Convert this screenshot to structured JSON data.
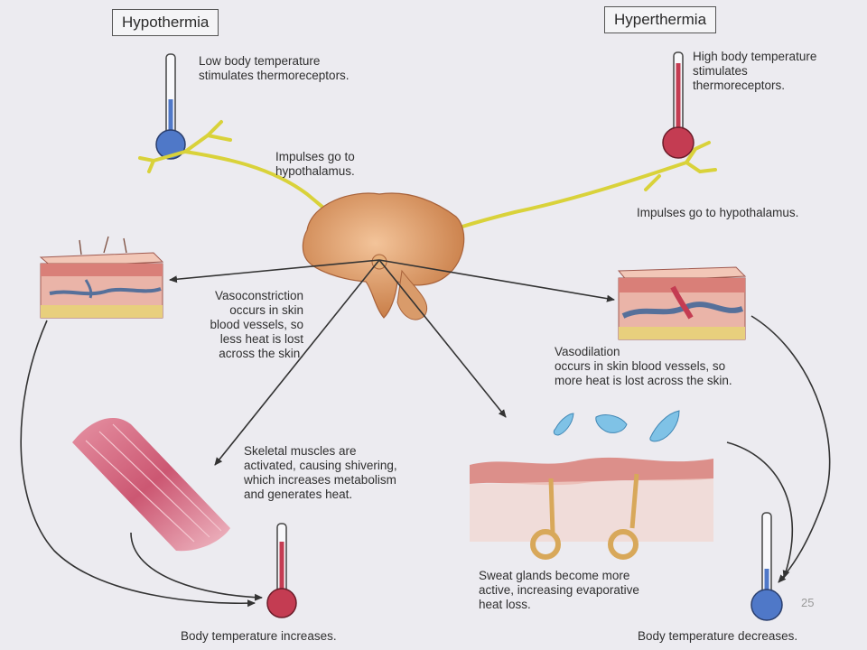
{
  "titles": {
    "hypothermia": "Hypothermia",
    "hyperthermia": "Hyperthermia"
  },
  "labels": {
    "low_temp": "Low body temperature\nstimulates thermoreceptors.",
    "high_temp": "High body temperature\nstimulates\nthermoreceptors.",
    "impulses_left": "Impulses go to\nhypothalamus.",
    "impulses_right": "Impulses go to hypothalamus.",
    "vasoconstriction": "Vasoconstriction\noccurs in skin\nblood vessels, so\nless heat is lost\nacross the skin.",
    "vasodilation": "Vasodilation\noccurs in skin blood vessels, so\nmore heat is lost across the skin.",
    "shivering": "Skeletal muscles are\nactivated, causing shivering,\nwhich increases metabolism\nand generates heat.",
    "sweat": "Sweat glands become more\nactive, increasing evaporative\nheat loss.",
    "temp_increases": "Body temperature increases.",
    "temp_decreases": "Body temperature decreases."
  },
  "page_number": "25",
  "colors": {
    "background": "#ecebf0",
    "nerve": "#d9d23a",
    "arrow": "#333333",
    "cold": "#4f78c8",
    "hot": "#c43c52",
    "skin": "#e8a9a7",
    "muscle": "#d9677e",
    "brain": "#d99b6a"
  }
}
